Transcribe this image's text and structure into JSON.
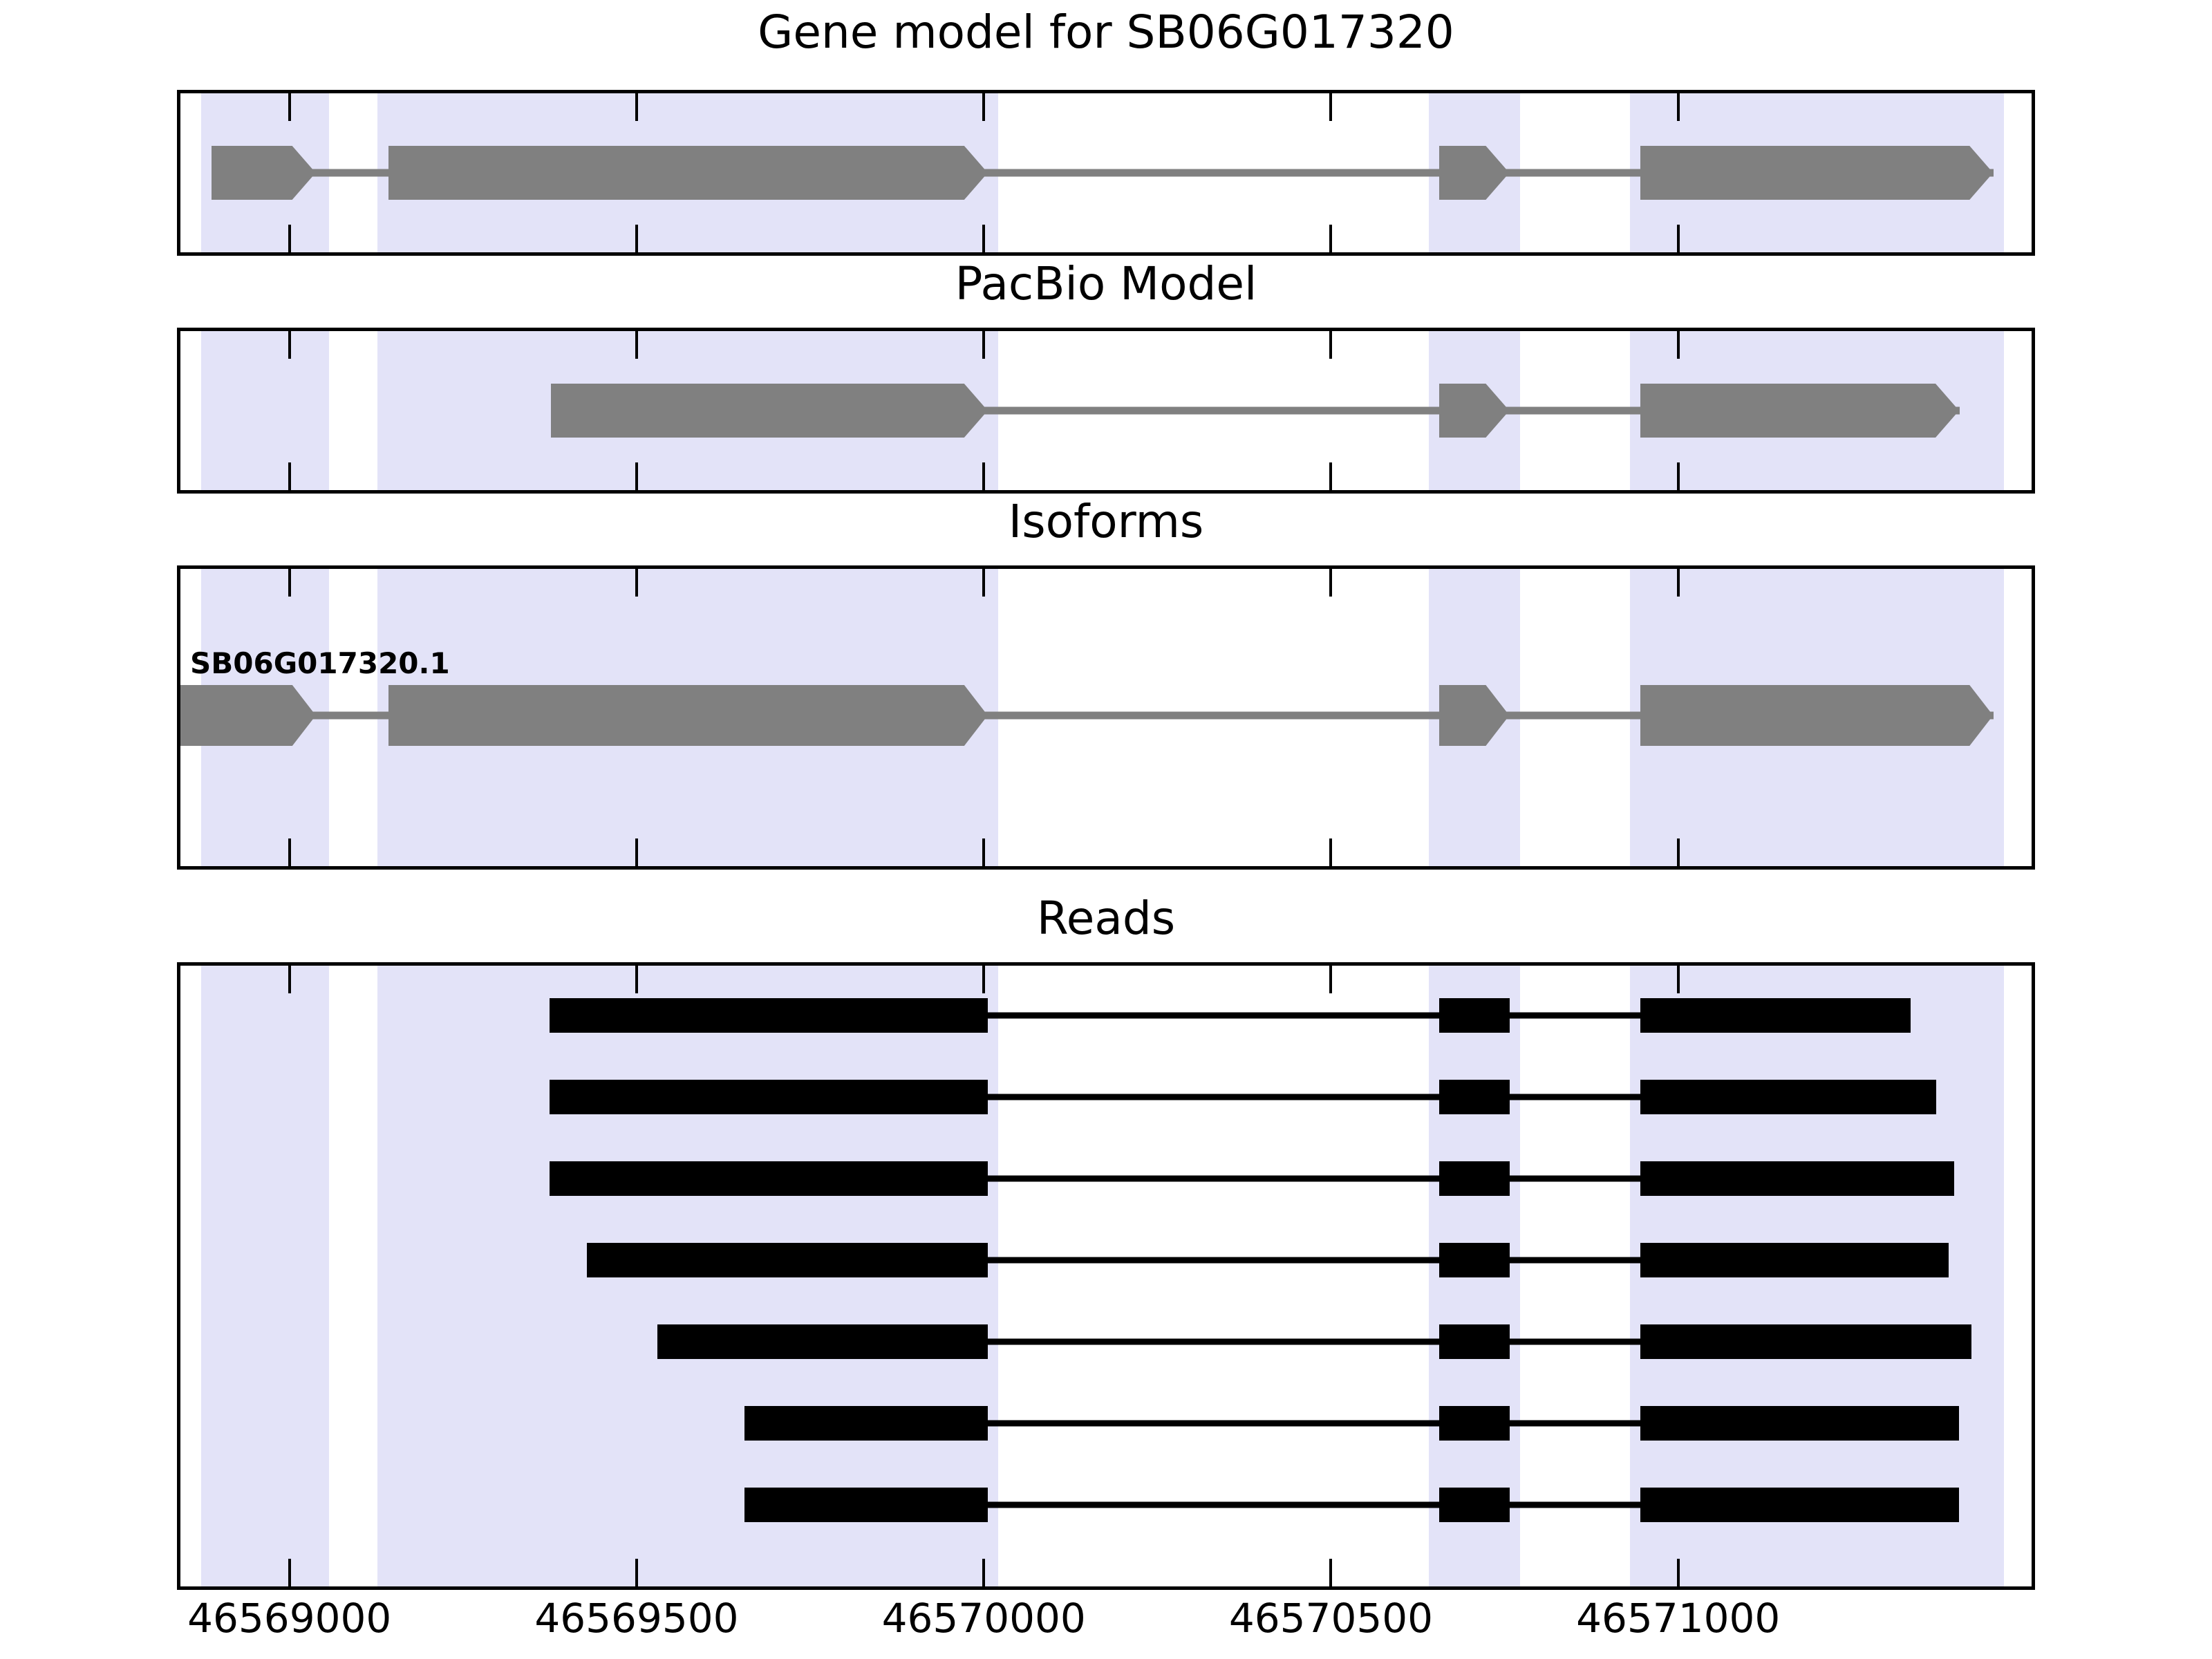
{
  "figure": {
    "title": "Gene model for SB06G017320",
    "gene_id": "SB06G017320",
    "exon_fill_color": "#808080",
    "read_fill_color": "#000000",
    "highlight_band_color": "#e3e3f8",
    "axis_color": "#000000"
  },
  "panels": [
    {
      "key": "gene_model",
      "title": "Gene model for SB06G017320"
    },
    {
      "key": "pacbio_model",
      "title": "PacBio Model"
    },
    {
      "key": "isoforms",
      "title": "Isoforms"
    },
    {
      "key": "reads",
      "title": "Reads"
    }
  ],
  "axis": {
    "label": "",
    "min": 46568843,
    "max": 46571509,
    "ticks": [
      {
        "value": 46569000,
        "label": "46569000"
      },
      {
        "value": 46569500,
        "label": "46569500"
      },
      {
        "value": 46570000,
        "label": "46570000"
      },
      {
        "value": 46570500,
        "label": "46570500"
      },
      {
        "value": 46571000,
        "label": "46571000"
      }
    ]
  },
  "highlight_bands": [
    {
      "start": 46568873,
      "end": 46569057
    },
    {
      "start": 46569127,
      "end": 46570021
    },
    {
      "start": 46570641,
      "end": 46570772
    },
    {
      "start": 46570931,
      "end": 46571469
    }
  ],
  "gene_model": {
    "name": "SB06G017320",
    "strand": "+",
    "exons": [
      {
        "start": 46568888,
        "end": 46569038,
        "arrow": true
      },
      {
        "start": 46569143,
        "end": 46570006,
        "arrow": true
      },
      {
        "start": 46570656,
        "end": 46570757,
        "arrow": true
      },
      {
        "start": 46570946,
        "end": 46571454,
        "arrow": true
      }
    ]
  },
  "pacbio_model": {
    "name": "PacBio Model",
    "strand": "+",
    "exons": [
      {
        "start": 46569377,
        "end": 46570006,
        "arrow": true
      },
      {
        "start": 46570656,
        "end": 46570757,
        "arrow": true
      },
      {
        "start": 46570946,
        "end": 46571405,
        "arrow": true
      }
    ]
  },
  "isoforms": [
    {
      "name": "SB06G017320.1",
      "strand": "+",
      "exons": [
        {
          "start": 46568843,
          "end": 46569038,
          "arrow": true
        },
        {
          "start": 46569143,
          "end": 46570006,
          "arrow": true
        },
        {
          "start": 46570656,
          "end": 46570757,
          "arrow": true
        },
        {
          "start": 46570946,
          "end": 46571454,
          "arrow": true
        }
      ]
    }
  ],
  "reads": [
    {
      "id": "read-1",
      "exons": [
        {
          "start": 46569375,
          "end": 46570006
        },
        {
          "start": 46570656,
          "end": 46570757
        },
        {
          "start": 46570946,
          "end": 46571335
        }
      ]
    },
    {
      "id": "read-2",
      "exons": [
        {
          "start": 46569375,
          "end": 46570006
        },
        {
          "start": 46570656,
          "end": 46570757
        },
        {
          "start": 46570946,
          "end": 46571372
        }
      ]
    },
    {
      "id": "read-3",
      "exons": [
        {
          "start": 46569375,
          "end": 46570006
        },
        {
          "start": 46570656,
          "end": 46570757
        },
        {
          "start": 46570946,
          "end": 46571398
        }
      ]
    },
    {
      "id": "read-4",
      "exons": [
        {
          "start": 46569428,
          "end": 46570006
        },
        {
          "start": 46570656,
          "end": 46570757
        },
        {
          "start": 46570946,
          "end": 46571390
        }
      ]
    },
    {
      "id": "read-5",
      "exons": [
        {
          "start": 46569530,
          "end": 46570006
        },
        {
          "start": 46570656,
          "end": 46570757
        },
        {
          "start": 46570946,
          "end": 46571422
        }
      ]
    },
    {
      "id": "read-6",
      "exons": [
        {
          "start": 46569655,
          "end": 46570006
        },
        {
          "start": 46570656,
          "end": 46570757
        },
        {
          "start": 46570946,
          "end": 46571404
        }
      ]
    },
    {
      "id": "read-7",
      "exons": [
        {
          "start": 46569655,
          "end": 46570006
        },
        {
          "start": 46570656,
          "end": 46570757
        },
        {
          "start": 46570946,
          "end": 46571404
        }
      ]
    }
  ]
}
